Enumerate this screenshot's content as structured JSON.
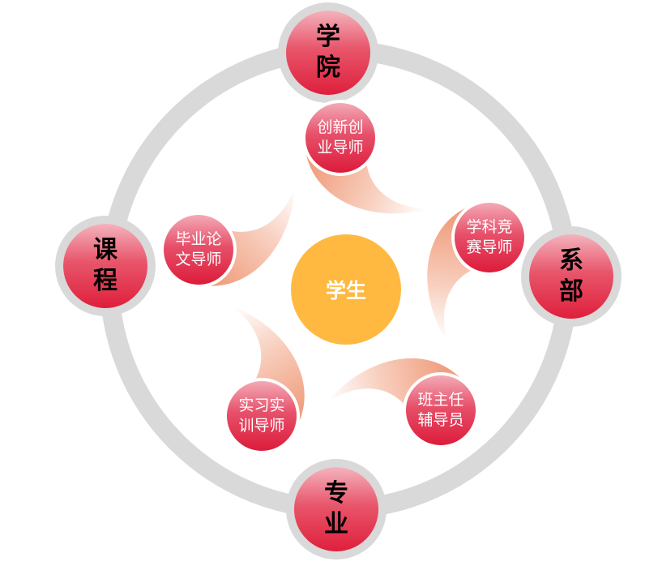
{
  "center": {
    "label": "学生",
    "color": "#ffb941"
  },
  "outer_nodes": [
    {
      "line1": "学",
      "line2": "院"
    },
    {
      "line1": "系",
      "line2": "部"
    },
    {
      "line1": "专",
      "line2": "业"
    },
    {
      "line1": "课",
      "line2": "程"
    }
  ],
  "inner_nodes": [
    {
      "line1": "创新创",
      "line2": "业导师"
    },
    {
      "line1": "学科竞",
      "line2": "赛导师"
    },
    {
      "line1": "班主任",
      "line2": "辅导员"
    },
    {
      "line1": "实习实",
      "line2": "训导师"
    },
    {
      "line1": "毕业论",
      "line2": "文导师"
    }
  ],
  "colors": {
    "ring": "#d9d9d9",
    "node_red": "#df1f3c",
    "tail": "#f0a080"
  }
}
